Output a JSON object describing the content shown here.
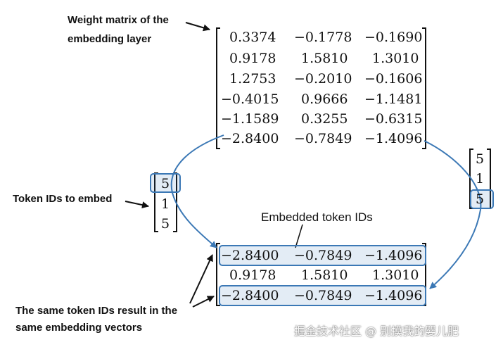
{
  "labels": {
    "weight_matrix": [
      "Weight matrix of the",
      "embedding layer"
    ],
    "token_ids": "Token IDs to embed",
    "embedded": "Embedded token IDs",
    "same_ids": [
      "The same token IDs result in the",
      "same embedding vectors"
    ]
  },
  "weight_matrix": [
    [
      "0.3374",
      "−0.1778",
      "−0.1690"
    ],
    [
      "0.9178",
      "1.5810",
      "1.3010"
    ],
    [
      "1.2753",
      "−0.2010",
      "−0.1606"
    ],
    [
      "−0.4015",
      "0.9666",
      "−1.1481"
    ],
    [
      "−1.1589",
      "0.3255",
      "−0.6315"
    ],
    [
      "−2.8400",
      "−0.7849",
      "−1.4096"
    ]
  ],
  "left_token_ids": [
    "5",
    "1",
    "5"
  ],
  "right_token_ids": [
    "5",
    "1",
    "5"
  ],
  "output_matrix": [
    [
      "−2.8400",
      "−0.7849",
      "−1.4096"
    ],
    [
      "0.9178",
      "1.5810",
      "1.3010"
    ],
    [
      "−2.8400",
      "−0.7849",
      "−1.4096"
    ]
  ],
  "highlighted_output_rows": [
    0,
    2
  ],
  "highlighted_left_token_index": 0,
  "highlighted_right_token_index": 2,
  "watermark": "掘金技术社区 @ 别摸我的婴儿肥",
  "colors": {
    "accent": "#3b78b5",
    "highlight_fill": "#e3ecf6",
    "text": "#111111"
  }
}
